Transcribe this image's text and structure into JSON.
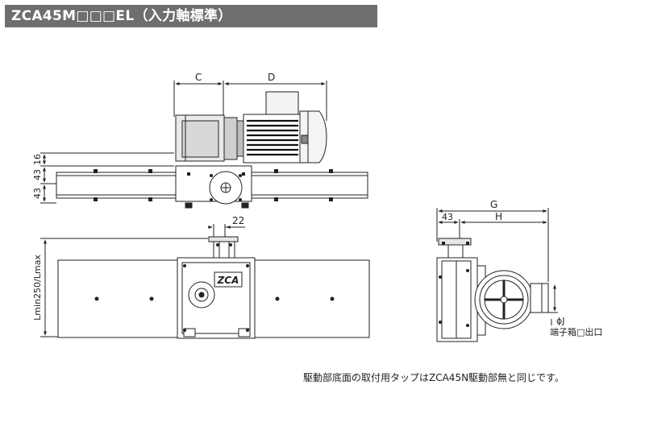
{
  "title": "ZCA45M□□□EL（入力軸標準）",
  "labels": {
    "c": "C",
    "d": "D",
    "dim16": "16",
    "dim43a": "43",
    "dim43b": "43",
    "dim22": "22",
    "lmin_lmax": "Lmin250/Lmax",
    "g": "G",
    "dim43c": "43",
    "h": "H",
    "phi_j": "ϕJ",
    "terminal_box": "端子箱□出口",
    "logo": "ZCA"
  },
  "note": "駆動部底面の取付用タップはZCA45N駆動部無と同じです。"
}
